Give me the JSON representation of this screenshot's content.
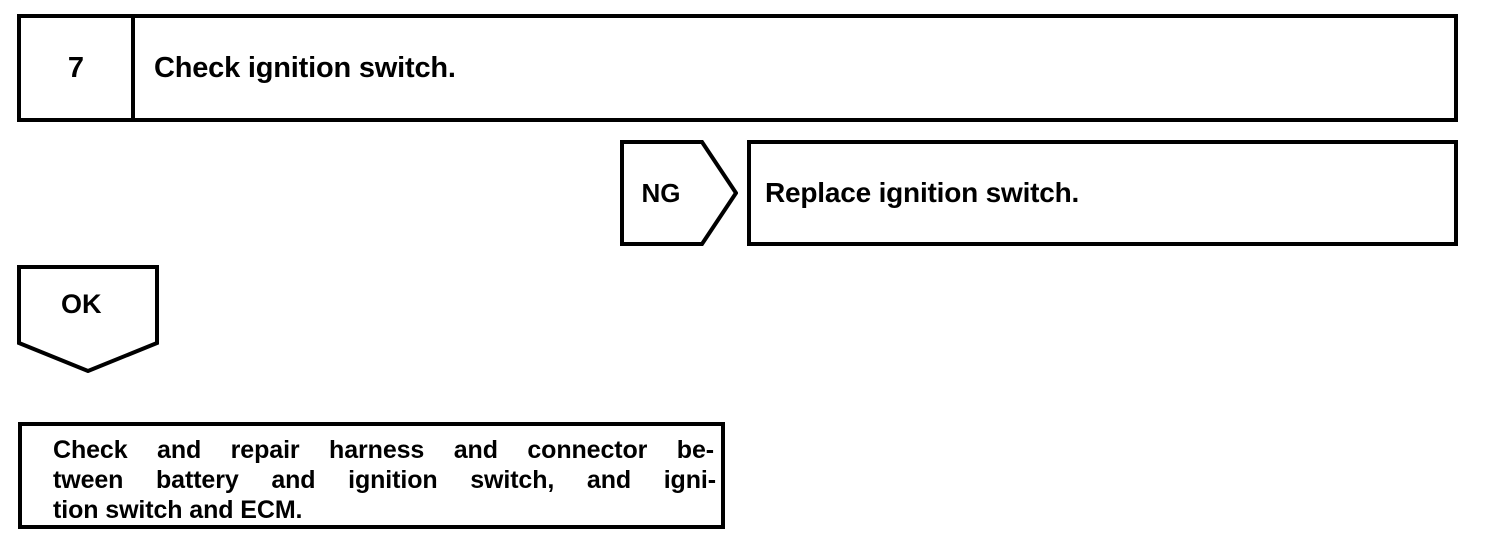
{
  "diagram": {
    "type": "diagnostic-flowchart",
    "colors": {
      "line": "#000000",
      "background": "#ffffff",
      "text": "#000000"
    },
    "step": {
      "number": "7",
      "instruction": "Check ignition switch."
    },
    "branches": {
      "ng": {
        "label": "NG",
        "result": "Replace ignition switch."
      },
      "ok": {
        "label": "OK"
      }
    },
    "action": {
      "lines": [
        {
          "words": [
            "Check",
            "and",
            "repair",
            "harness",
            "and",
            "connector",
            "be-"
          ],
          "text": "Check and repair harness and connector be-"
        },
        {
          "words": [
            "tween",
            "battery",
            "and",
            "ignition",
            "switch,",
            "and",
            "igni-"
          ],
          "text": "tween battery and ignition switch, and igni-"
        },
        {
          "words": [
            "tion switch and ECM."
          ],
          "text": "tion switch and ECM."
        }
      ],
      "full_text": "Check and repair harness and connector between battery and ignition switch, and ignition switch and ECM."
    }
  }
}
